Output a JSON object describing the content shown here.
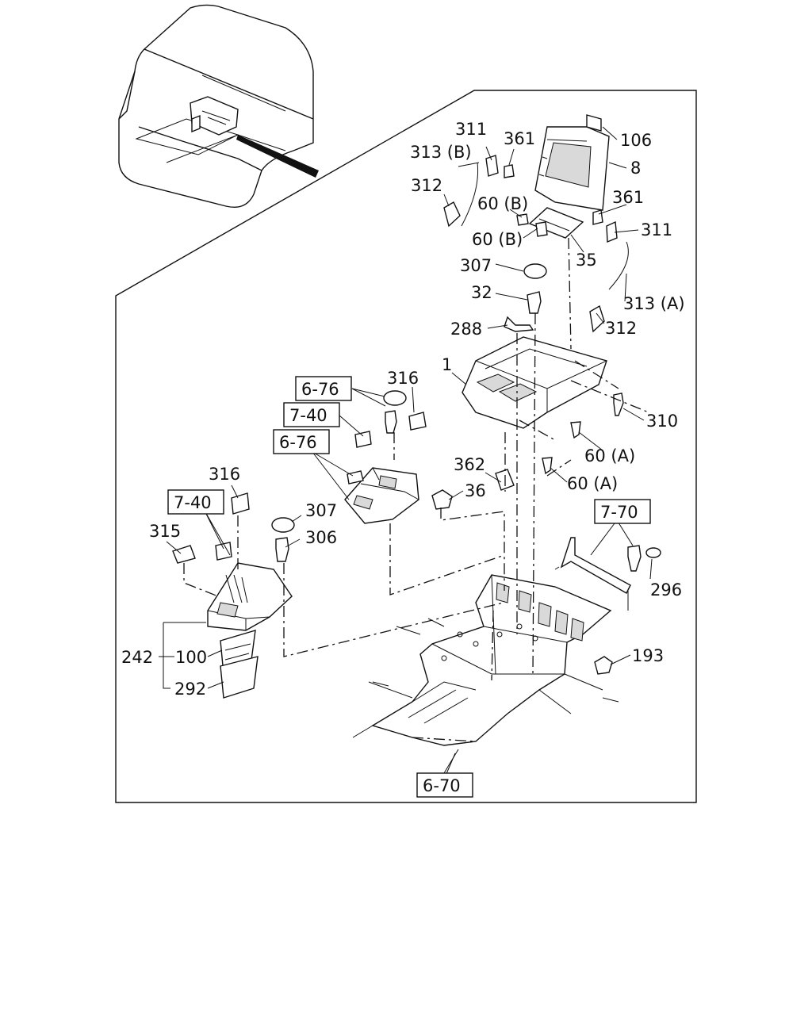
{
  "diagram": {
    "part_labels": [
      "106",
      "8",
      "311",
      "361",
      "313 (B)",
      "312",
      "60 (B)",
      "60 (B)",
      "361",
      "311",
      "35",
      "307",
      "32",
      "313 (A)",
      "312",
      "288",
      "1",
      "316",
      "310",
      "60 (A)",
      "60 (A)",
      "362",
      "36",
      "316",
      "307",
      "306",
      "315",
      "296",
      "193",
      "242",
      "100",
      "292"
    ],
    "reference_boxes": [
      "6-76",
      "7-40",
      "6-76",
      "7-40",
      "7-70",
      "6-70"
    ]
  }
}
